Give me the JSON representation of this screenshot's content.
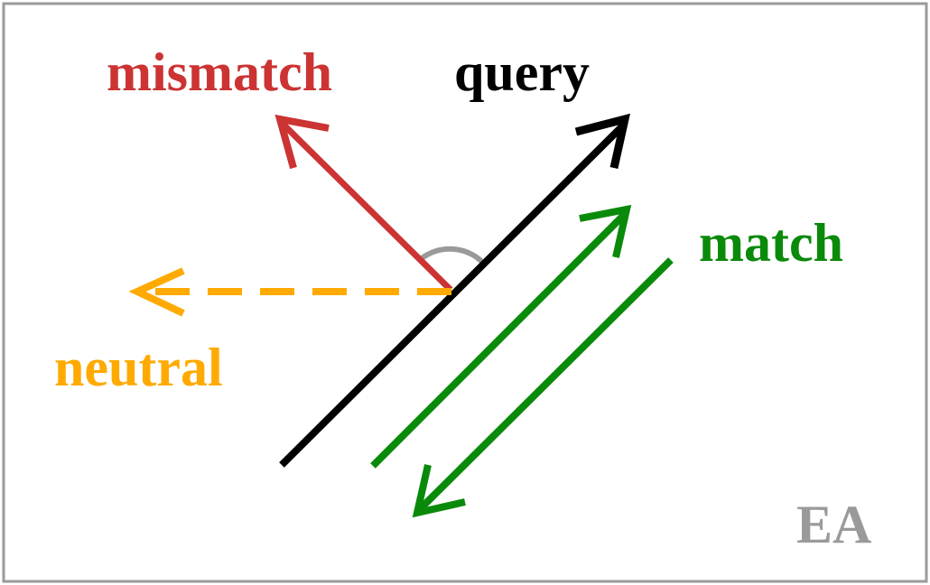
{
  "labels": {
    "mismatch": "mismatch",
    "query": "query",
    "match": "match",
    "neutral": "neutral",
    "badge": "EA"
  },
  "colors": {
    "frame": "#9a9a9a",
    "query": "#000000",
    "mismatch": "#cc3333",
    "match": "#0a8a0a",
    "neutral": "#ffaa00",
    "angle_arc": "#9a9a9a",
    "badge": "#9a9a9a"
  }
}
